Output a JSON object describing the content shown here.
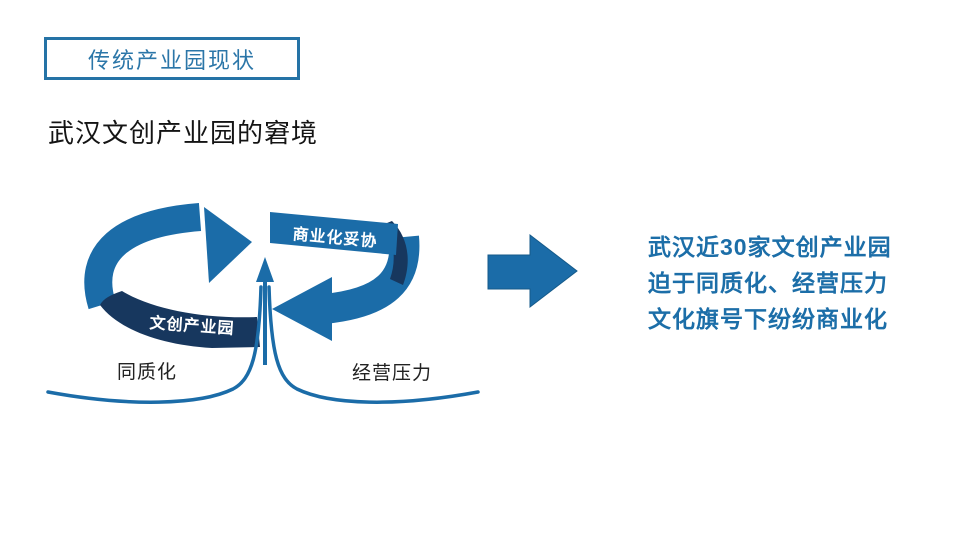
{
  "slide": {
    "tag": {
      "label": "传统产业园现状"
    },
    "heading": "武汉文创产业园的窘境",
    "diagram": {
      "cycle_top_label": "商业化妥协",
      "cycle_bottom_label": "文创产业园",
      "pressure_left_label": "同质化",
      "pressure_right_label": "经营压力"
    },
    "conclusion": {
      "line1": "武汉近30家文创产业园",
      "line2": "迫于同质化、经营压力",
      "line3": "文化旗号下纷纷商业化"
    },
    "colors": {
      "primary_blue": "#1B6CA8",
      "dark_navy": "#17375E",
      "tag_blue": "#2B76A8",
      "conclusion_blue": "#1C6EA8",
      "text_black": "#141414",
      "background": "#FFFFFF"
    }
  }
}
